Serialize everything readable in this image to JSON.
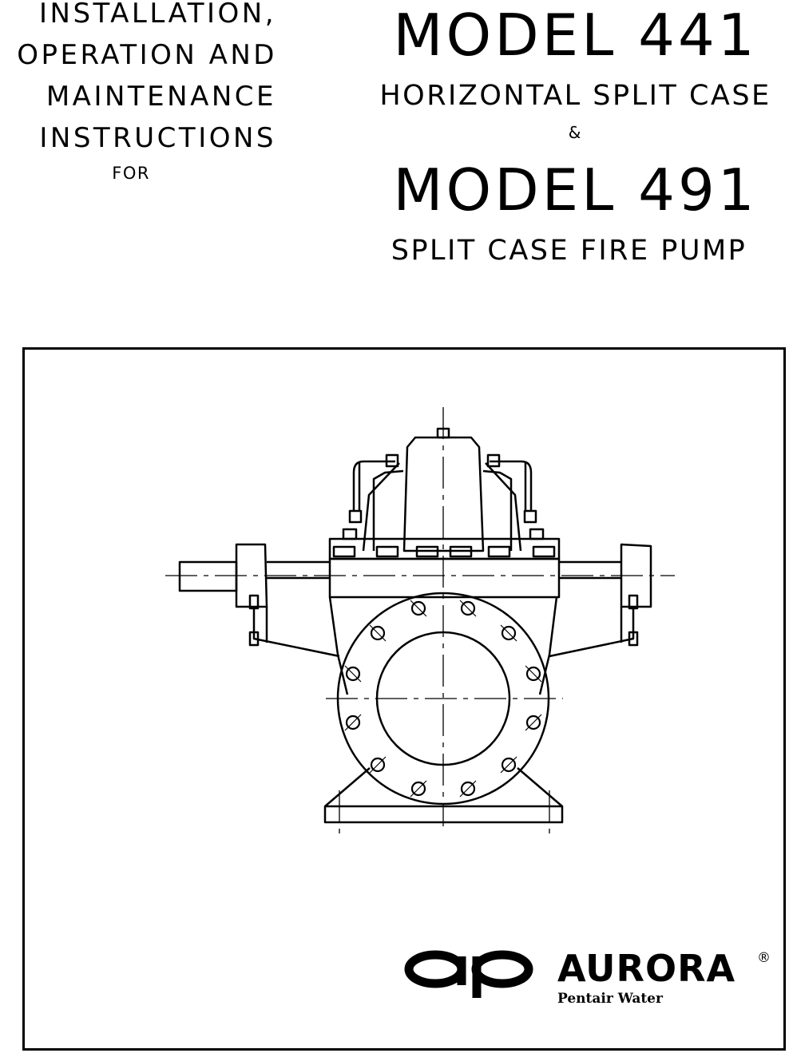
{
  "header": {
    "left_lines": [
      "INSTALLATION,",
      "OPERATION AND",
      "MAINTENANCE",
      "INSTRUCTIONS"
    ],
    "for_label": "FOR",
    "model1": "MODEL 441",
    "model1_sub": "HORIZONTAL SPLIT CASE",
    "ampersand": "&",
    "model2": "MODEL 491",
    "model2_sub": "SPLIT CASE FIRE PUMP"
  },
  "logo": {
    "brand": "AURORA",
    "registered": "®",
    "tagline": "Pentair Water"
  }
}
